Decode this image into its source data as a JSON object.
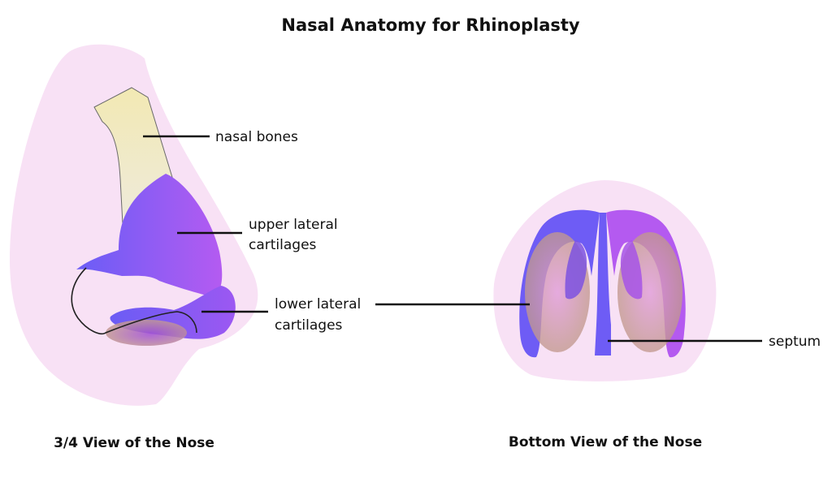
{
  "title": "Nasal Anatomy for Rhinoplasty",
  "labels": {
    "nasal_bones": "nasal bones",
    "upper_lateral": [
      "upper lateral",
      "cartilages"
    ],
    "lower_lateral": [
      "lower lateral",
      "cartilages"
    ],
    "septum": "septum"
  },
  "captions": {
    "three_quarter": "3/4 View of the Nose",
    "bottom": "Bottom View of the Nose"
  },
  "colors": {
    "skin": "#f8e1f5",
    "bone": "#f1e8b6",
    "cartilage_blue": "#6e5cf5",
    "cartilage_purple": "#b45af0",
    "nostril_tan": "#c89f8c",
    "nostril_pink": "#e39be0"
  }
}
